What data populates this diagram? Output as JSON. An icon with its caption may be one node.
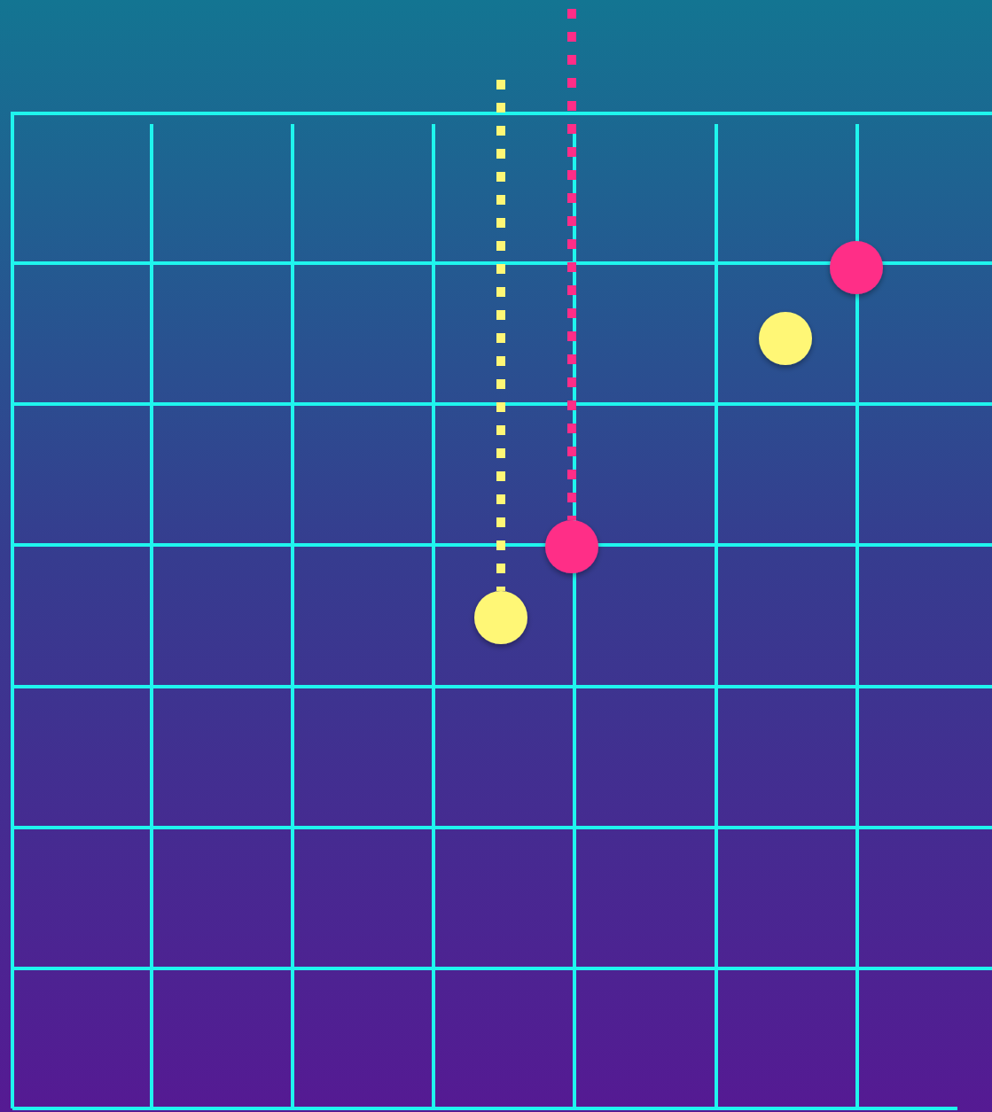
{
  "diagram": {
    "nodes": [
      {
        "text": [],
        "shape": "circle"
      },
      {
        "text": [],
        "shape": "circle"
      },
      {
        "text": [],
        "shape": "circle"
      },
      {
        "text": [],
        "shape": "circle"
      }
    ],
    "edges": [
      {
        "from": null,
        "to": 2,
        "arrow": "none",
        "style": "dashed",
        "color": "#ff2d87"
      },
      {
        "from": null,
        "to": 3,
        "arrow": "none",
        "style": "dashed",
        "color": "#fff776"
      }
    ]
  }
}
